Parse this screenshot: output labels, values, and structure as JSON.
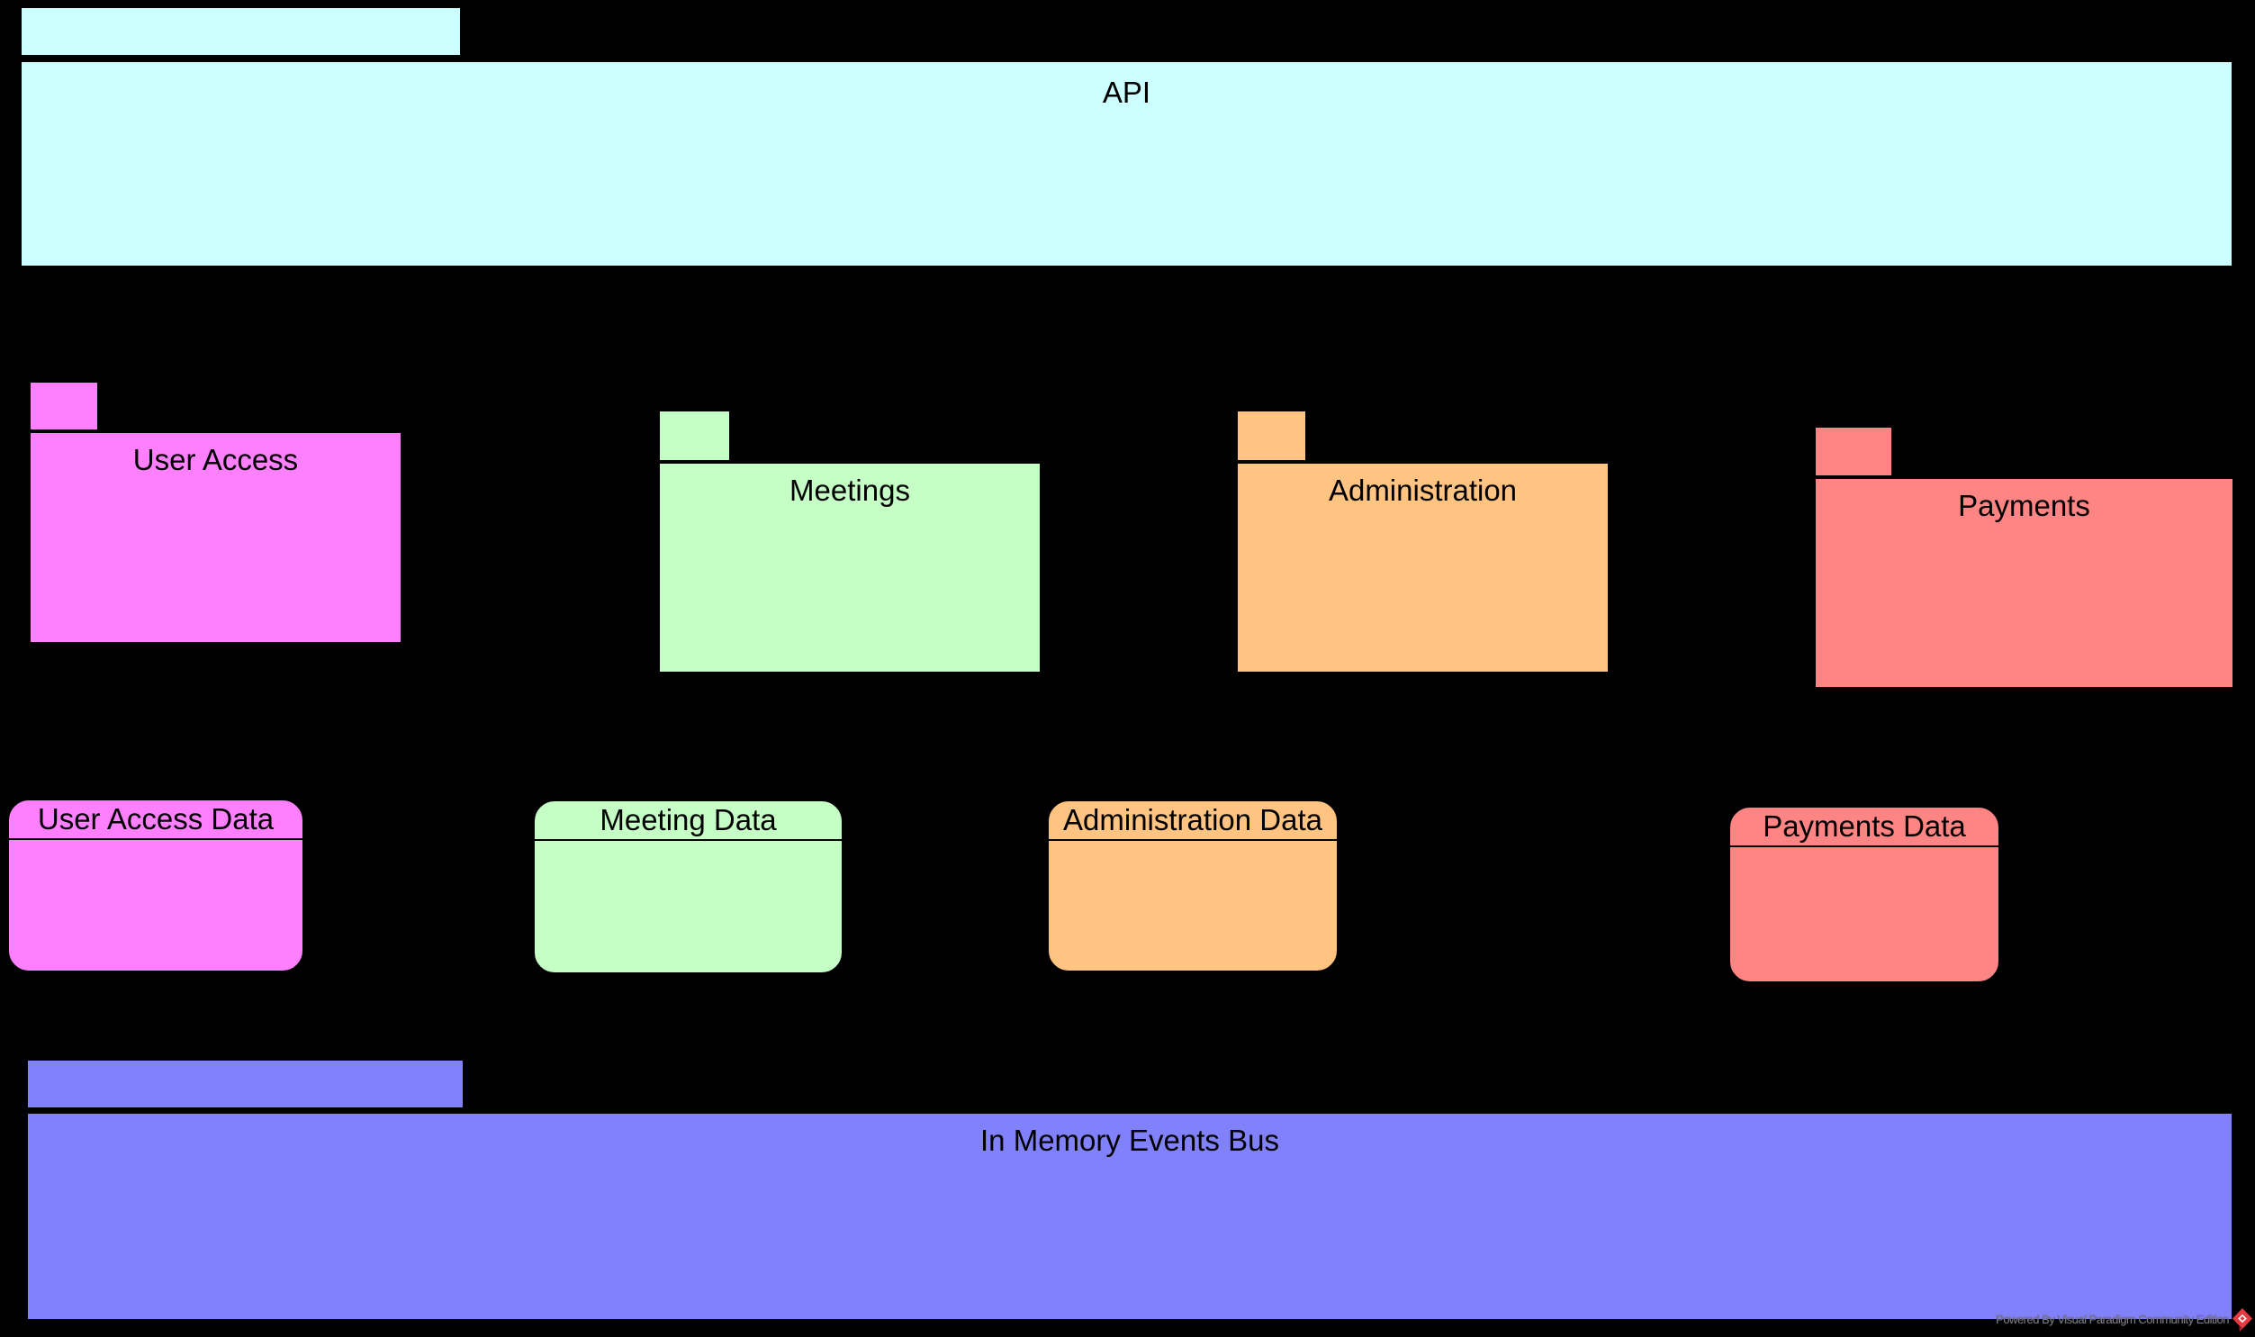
{
  "diagram": {
    "type": "uml-package-diagram",
    "background": "#000000",
    "border_color": "#000000",
    "packages": [
      {
        "id": "api",
        "label": "API",
        "color": "#ccffff"
      },
      {
        "id": "user-access",
        "label": "User Access",
        "color": "#ff80ff"
      },
      {
        "id": "meetings",
        "label": "Meetings",
        "color": "#c5ffc5"
      },
      {
        "id": "administration",
        "label": "Administration",
        "color": "#ffc382"
      },
      {
        "id": "payments",
        "label": "Payments",
        "color": "#ff8484"
      },
      {
        "id": "events-bus",
        "label": "In Memory Events Bus",
        "color": "#8181fc"
      }
    ],
    "data_frames": [
      {
        "id": "user-access-data",
        "label": "User Access Data",
        "color": "#ff80ff"
      },
      {
        "id": "meeting-data",
        "label": "Meeting Data",
        "color": "#c5ffc5"
      },
      {
        "id": "administration-data",
        "label": "Administration Data",
        "color": "#ffc382"
      },
      {
        "id": "payments-data",
        "label": "Payments Data",
        "color": "#ff8484"
      }
    ],
    "watermark": {
      "text": "Powered By Visual Paradigm Community Edition",
      "text_color": "#7d7d85",
      "logo_color": "#e23b41"
    }
  }
}
